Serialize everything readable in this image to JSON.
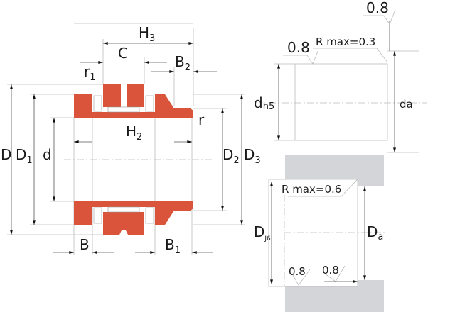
{
  "colors": {
    "bearing": "#d9543a",
    "housing": "#d3d5d8",
    "line": "#bbbbbb"
  },
  "bearing_labels": {
    "H3": {
      "main": "H",
      "sub": "3"
    },
    "C": {
      "main": "C"
    },
    "B2": {
      "main": "B",
      "sub": "2"
    },
    "r1": {
      "main": "r",
      "sub": "1"
    },
    "H2": {
      "main": "H",
      "sub": "2"
    },
    "r": {
      "main": "r"
    },
    "D": {
      "main": "D"
    },
    "D1": {
      "main": "D",
      "sub": "1"
    },
    "d": {
      "main": "d"
    },
    "D2": {
      "main": "D",
      "sub": "2"
    },
    "D3": {
      "main": "D",
      "sub": "3"
    },
    "B": {
      "main": "B"
    },
    "B1": {
      "main": "B",
      "sub": "1"
    }
  },
  "shaft_detail": {
    "roughness_top": "0.8",
    "roughness_left": "0.8",
    "radius_note": "R max=0.3",
    "dh5": {
      "main": "d",
      "sub": "h5"
    },
    "da": "da"
  },
  "housing_detail": {
    "radius_note": "R max=0.6",
    "DJ6": {
      "main": "D",
      "sub": "J6"
    },
    "Da": {
      "main": "D",
      "sub": "a"
    },
    "roughness_1": "0.8",
    "roughness_2": "0.8"
  }
}
